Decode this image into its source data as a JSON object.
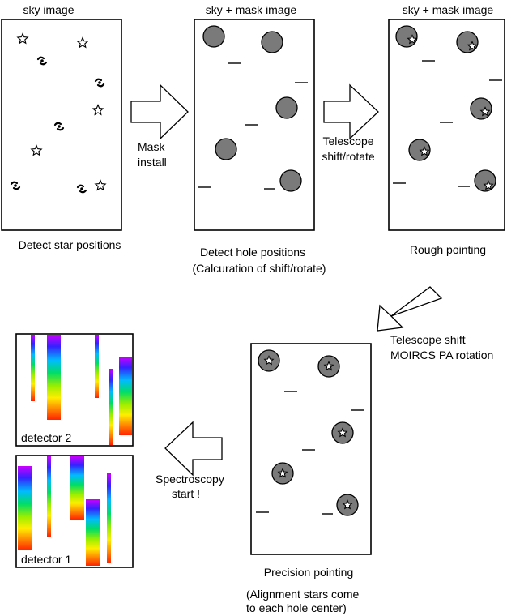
{
  "panels": {
    "sky": {
      "title": "sky image",
      "caption": "Detect star positions"
    },
    "mask": {
      "title": "sky + mask image",
      "caption_line1": "Detect hole positions",
      "caption_line2": "(Calcuration of shift/rotate)"
    },
    "rough": {
      "title": "sky + mask image",
      "caption": "Rough pointing"
    },
    "precision": {
      "caption_line1": "Precision pointing",
      "caption_line2": "(Alignment stars come",
      "caption_line3": "to each hole center)"
    },
    "detector2": {
      "label": "detector 2"
    },
    "detector1": {
      "label": "detector 1"
    }
  },
  "steps": {
    "mask_install": {
      "line1": "Mask",
      "line2": "install"
    },
    "telescope_shift_rotate": {
      "line1": "Telescope",
      "line2": "shift/rotate"
    },
    "telescope_shift_pa": {
      "line1": "Telescope shift",
      "line2": "MOIRCS PA rotation"
    },
    "spectroscopy_start": {
      "line1": "Spectroscopy",
      "line2": "start !"
    }
  },
  "colors": {
    "hole": "#7a7a7a",
    "outline": "#000000",
    "background": "#ffffff"
  },
  "spectrum_gradient": [
    "#cc00ff",
    "#3322ff",
    "#00bbff",
    "#00dd66",
    "#99ee00",
    "#ffee00",
    "#ff8800",
    "#ff2200"
  ]
}
